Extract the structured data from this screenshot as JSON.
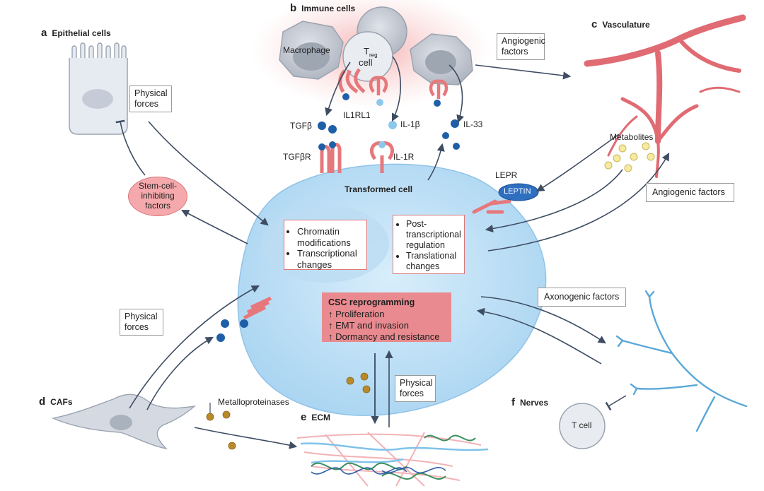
{
  "panels": {
    "a": {
      "letter": "a",
      "title": "Epithelial cells"
    },
    "b": {
      "letter": "b",
      "title": "Immune cells"
    },
    "c": {
      "letter": "c",
      "title": "Vasculature"
    },
    "d": {
      "letter": "d",
      "title": "CAFs"
    },
    "e": {
      "letter": "e",
      "title": "ECM"
    },
    "f": {
      "letter": "f",
      "title": "Nerves"
    }
  },
  "immune": {
    "macrophage": "Macrophage",
    "treg_T": "T",
    "treg_sub": "reg",
    "treg_cell": "cell"
  },
  "receptors": {
    "il1rl1": "IL1RL1",
    "tgfbr": "TGFβR",
    "il1r": "IL-1R",
    "lepr": "LEPR",
    "leptin": "LEPTIN"
  },
  "ligands": {
    "tgfb": "TGFβ",
    "il1b": "IL-1β",
    "il33": "IL-33"
  },
  "boxes": {
    "physical_forces": "Physical forces",
    "angiogenic_top": "Angiogenic factors",
    "angiogenic_right": "Angiogenic factors",
    "axonogenic": "Axonogenic factors",
    "metabolites": "Metabolites",
    "metalloproteinases": "Metalloproteinases",
    "stem_cell_inhibiting": "Stem-cell-inhibiting factors"
  },
  "transformed_cell": {
    "title": "Transformed cell",
    "left_box": [
      "Chromatin modifications",
      "Transcriptional changes"
    ],
    "right_box": [
      "Post-transcriptional regulation",
      "Translational changes"
    ]
  },
  "csc": {
    "title": "CSC reprogramming",
    "items": [
      "↑ Proliferation",
      "↑ EMT and invasion",
      "↑ Dormancy and resistance"
    ]
  },
  "tcell": "T cell",
  "colors": {
    "cell_fill": "#cfe7f7",
    "nucleus_fill": "#b7daf2",
    "vessel": "#e06b72",
    "nerve": "#5aa7d8",
    "receptor": "#e6787c",
    "ligand_dark": "#1f5fa8",
    "ligand_light": "#8cc8ec",
    "metabolite": "#f6e9a0",
    "mmp": "#b88a2a",
    "arrow": "#3f4d63",
    "csc_fill": "#e88a8f"
  }
}
